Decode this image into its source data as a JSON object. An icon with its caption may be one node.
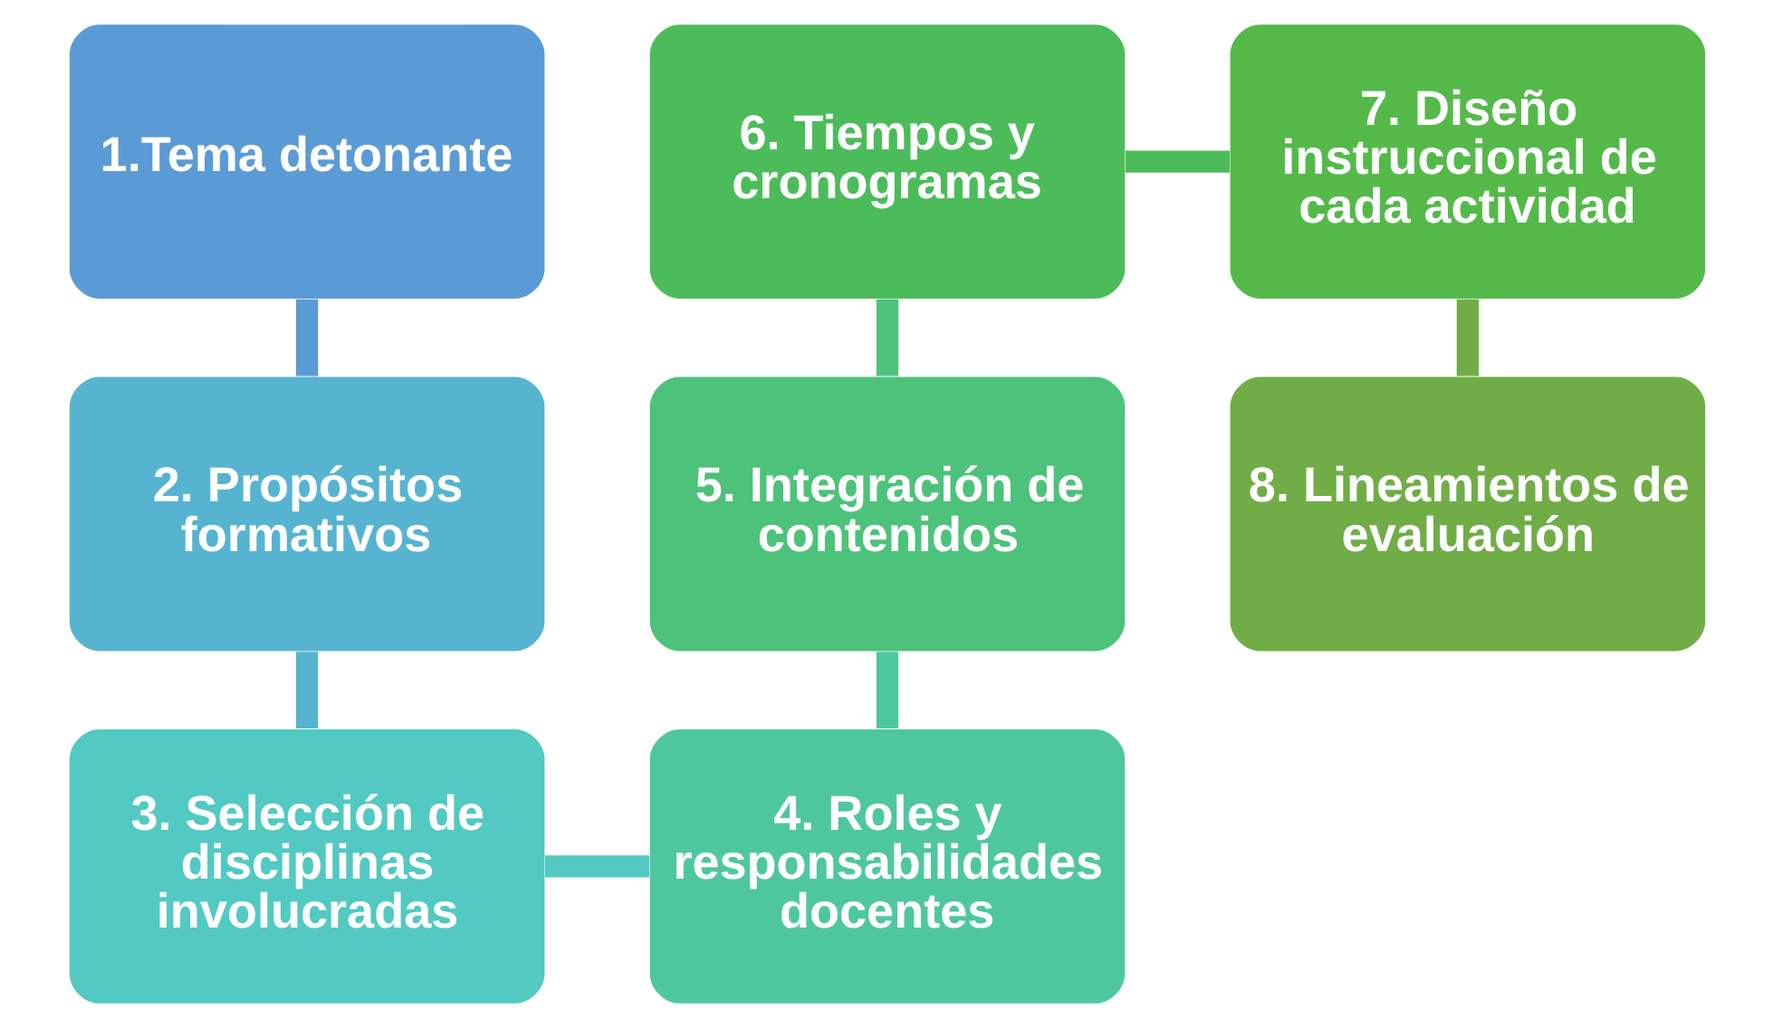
{
  "diagram": {
    "nodes": [
      {
        "text": [
          "1.Tema detonante"
        ]
      },
      {
        "text": [
          "2. Propósitos formativos"
        ]
      },
      {
        "text": [
          "3. Selección de disciplinas involucradas"
        ]
      },
      {
        "text": [
          "4. Roles y responsabilidades docentes"
        ]
      },
      {
        "text": [
          "5. Integración de contenidos"
        ]
      },
      {
        "text": [
          "6. Tiempos y cronogramas"
        ]
      },
      {
        "text": [
          "7. Diseño instruccional de cada actividad"
        ]
      },
      {
        "text": [
          "8. Lineamientos de evaluación"
        ]
      }
    ],
    "edges": [
      {
        "from": 0,
        "to": 1,
        "arrow": "none",
        "color": "#5b9bd5"
      },
      {
        "from": 1,
        "to": 2,
        "arrow": "none",
        "color": "#56b4d0"
      },
      {
        "from": 2,
        "to": 3,
        "arrow": "none",
        "color": "#52c9c2"
      },
      {
        "from": 3,
        "to": 4,
        "arrow": "none",
        "color": "#4fc79e"
      },
      {
        "from": 4,
        "to": 5,
        "arrow": "none",
        "color": "#4dc27a"
      },
      {
        "from": 5,
        "to": 6,
        "arrow": "none",
        "color": "#4cbc5a"
      },
      {
        "from": 6,
        "to": 7,
        "arrow": "none",
        "color": "#70ad47"
      }
    ]
  }
}
